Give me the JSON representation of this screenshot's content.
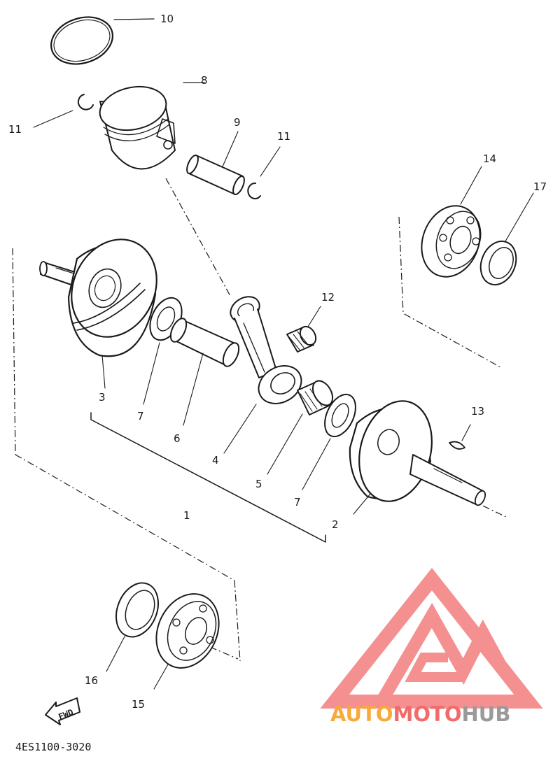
{
  "diagram": {
    "part_code": "4ES1100-3020",
    "fwd_label": "FWD",
    "parts": [
      {
        "ref": "10",
        "component": "piston-ring"
      },
      {
        "ref": "8",
        "component": "piston"
      },
      {
        "ref": "11",
        "component": "circlip-left"
      },
      {
        "ref": "9",
        "component": "piston-pin"
      },
      {
        "ref": "11",
        "component": "circlip-right"
      },
      {
        "ref": "14",
        "component": "bearing-upper"
      },
      {
        "ref": "17",
        "component": "oil-seal-upper"
      },
      {
        "ref": "12",
        "component": "small-end-bearing"
      },
      {
        "ref": "3",
        "component": "crank-left"
      },
      {
        "ref": "7",
        "component": "washer-left"
      },
      {
        "ref": "6",
        "component": "crank-pin"
      },
      {
        "ref": "4",
        "component": "connecting-rod"
      },
      {
        "ref": "5",
        "component": "big-end-bearing"
      },
      {
        "ref": "7",
        "component": "washer-right"
      },
      {
        "ref": "13",
        "component": "woodruff-key"
      },
      {
        "ref": "1",
        "component": "crankshaft-assembly"
      },
      {
        "ref": "2",
        "component": "crank-right"
      },
      {
        "ref": "16",
        "component": "oil-seal-lower"
      },
      {
        "ref": "15",
        "component": "bearing-lower"
      }
    ]
  },
  "watermark": {
    "brand_part1": "AUTO",
    "brand_part2": "MOTO",
    "brand_part3": "HUB",
    "color_main": "#f26b6b",
    "color_orange": "#f7a93b",
    "color_gray": "#9a9a9a"
  }
}
